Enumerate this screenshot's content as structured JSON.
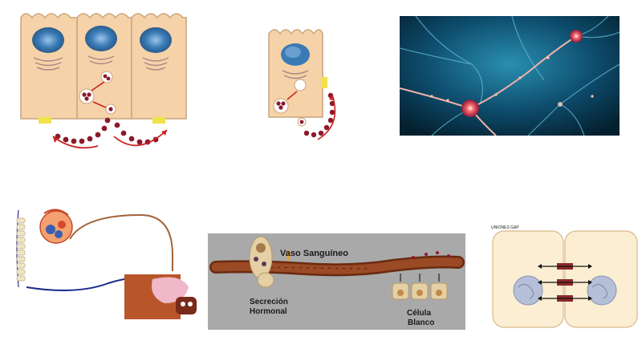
{
  "slide": {
    "hormone_panel": {
      "vessel_label": "Vaso Sanguíneo",
      "secretion_label_line1": "Secreción",
      "secretion_label_line2": "Hormonal",
      "target_label_line1": "Célula",
      "target_label_line2": "Blanco"
    },
    "gap_panel": {
      "title": "UNIONES GAP"
    },
    "colors": {
      "cell_fill": "#f6d2a8",
      "cell_stroke": "#c9a47c",
      "nucleus": "#3b7bb5",
      "vesicle": "#8b1a2b",
      "arrow_red": "#cc2222",
      "junction_yellow": "#f2e24a",
      "neuron_bg": "#0b3d5a",
      "hormone_bg": "#a9a9a9",
      "vessel": "#8a3a1a",
      "gap_cell": "#fbeed2"
    }
  }
}
